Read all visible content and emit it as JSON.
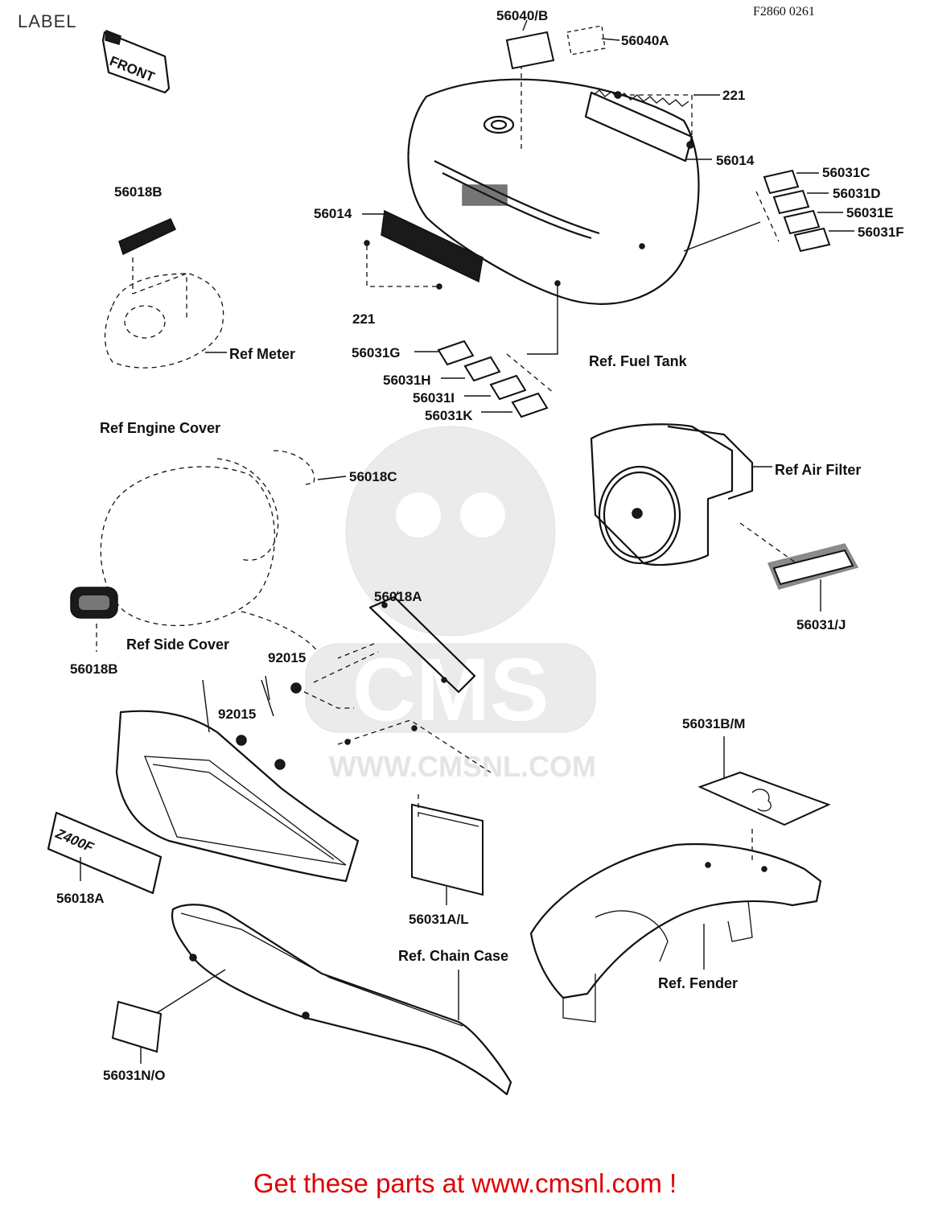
{
  "page": {
    "title": "LABEL",
    "drawing_code": "F2860 0261",
    "footer": "Get these parts at www.cmsnl.com !"
  },
  "watermark": {
    "brand": "CMS",
    "url": "WWW.CMSNL.COM"
  },
  "emblems": {
    "front": "FRONT",
    "model": "Z400F"
  },
  "parts": [
    {
      "id": "56040/B",
      "label": "56040/B"
    },
    {
      "id": "56040A",
      "label": "56040A"
    },
    {
      "id": "221-top",
      "label": "221"
    },
    {
      "id": "56014-right",
      "label": "56014"
    },
    {
      "id": "56031C",
      "label": "56031C"
    },
    {
      "id": "56031D",
      "label": "56031D"
    },
    {
      "id": "56031E",
      "label": "56031E"
    },
    {
      "id": "56031F",
      "label": "56031F"
    },
    {
      "id": "56018B-top",
      "label": "56018B"
    },
    {
      "id": "56014-left",
      "label": "56014"
    },
    {
      "id": "221-left",
      "label": "221"
    },
    {
      "id": "56031G",
      "label": "56031G"
    },
    {
      "id": "56031H",
      "label": "56031H"
    },
    {
      "id": "56031I",
      "label": "56031I"
    },
    {
      "id": "56031K",
      "label": "56031K"
    },
    {
      "id": "56018C",
      "label": "56018C"
    },
    {
      "id": "56031J",
      "label": "56031/J"
    },
    {
      "id": "56018A-mid",
      "label": "56018A"
    },
    {
      "id": "56018B-bottom",
      "label": "56018B"
    },
    {
      "id": "92015-top",
      "label": "92015"
    },
    {
      "id": "92015-bottom",
      "label": "92015"
    },
    {
      "id": "56031BM",
      "label": "56031B/M"
    },
    {
      "id": "56018A-bottom",
      "label": "56018A"
    },
    {
      "id": "56031AL",
      "label": "56031A/L"
    },
    {
      "id": "56031NO",
      "label": "56031N/O"
    }
  ],
  "references": [
    {
      "id": "meter",
      "label": "Ref  Meter"
    },
    {
      "id": "fuel-tank",
      "label": "Ref. Fuel Tank"
    },
    {
      "id": "engine-cover",
      "label": "Ref  Engine Cover"
    },
    {
      "id": "air-filter",
      "label": "Ref  Air Filter"
    },
    {
      "id": "side-cover",
      "label": "Ref  Side Cover"
    },
    {
      "id": "chain-case",
      "label": "Ref. Chain Case"
    },
    {
      "id": "fender",
      "label": "Ref. Fender"
    }
  ]
}
